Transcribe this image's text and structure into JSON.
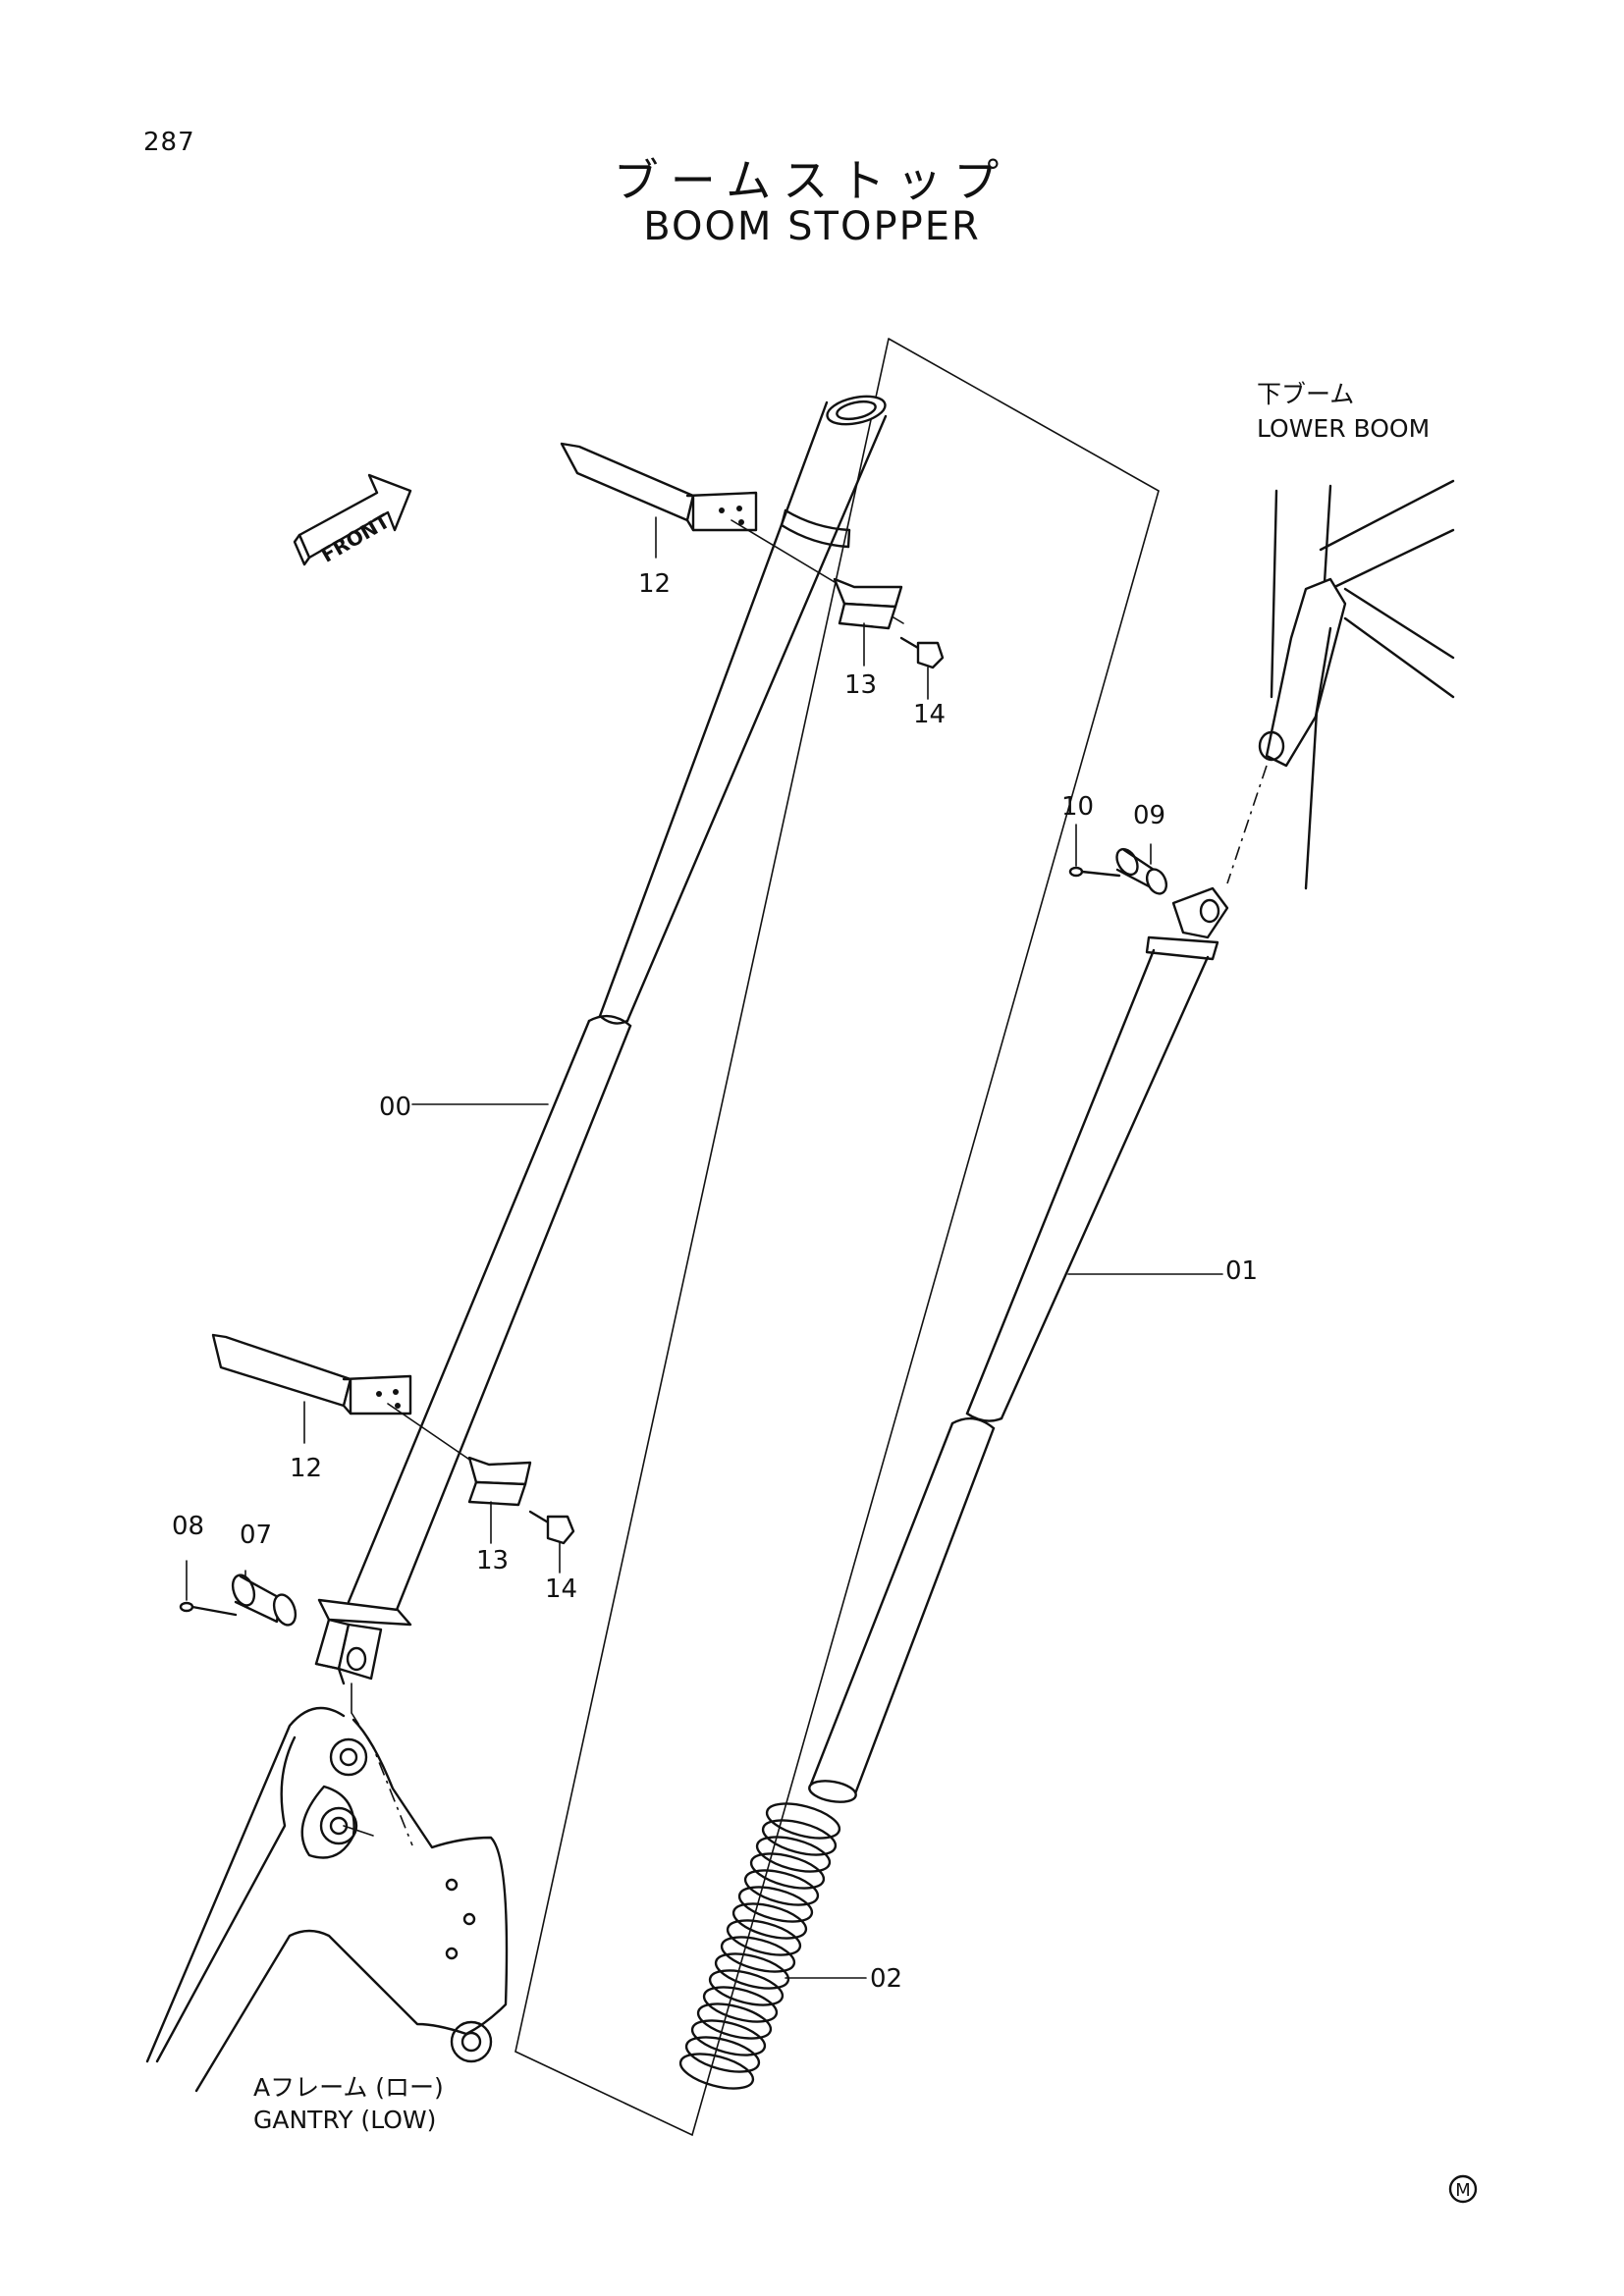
{
  "page_number": "287",
  "title_jp": "ブームストップ",
  "title_en": "BOOM STOPPER",
  "front_label": "FRONT",
  "labels": {
    "lower_boom_jp": "下ブーム",
    "lower_boom_en": "LOWER BOOM",
    "gantry_jp": "Aフレーム (ロー)",
    "gantry_en": "GANTRY (LOW)"
  },
  "callouts": {
    "c00": "00",
    "c01": "01",
    "c02": "02",
    "c07": "07",
    "c08": "08",
    "c09": "09",
    "c10": "10",
    "c12_top": "12",
    "c13_top": "13",
    "c14_top": "14",
    "c12_bottom": "12",
    "c13_bottom": "13",
    "c14_bottom": "14"
  },
  "mark": "M"
}
